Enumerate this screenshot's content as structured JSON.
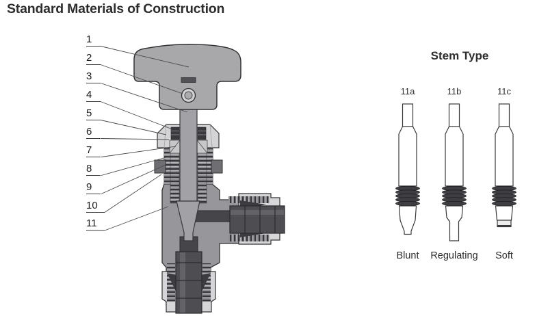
{
  "title": "Standard Materials of Construction",
  "callouts": {
    "items": [
      {
        "label": "1"
      },
      {
        "label": "2"
      },
      {
        "label": "3"
      },
      {
        "label": "4"
      },
      {
        "label": "5"
      },
      {
        "label": "6"
      },
      {
        "label": "7"
      },
      {
        "label": "8"
      },
      {
        "label": "9"
      },
      {
        "label": "10"
      },
      {
        "label": "11"
      }
    ]
  },
  "stem_type": {
    "heading": "Stem Type",
    "variants": [
      {
        "id": "11a",
        "name": "Blunt"
      },
      {
        "id": "11b",
        "name": "Regulating"
      },
      {
        "id": "11c",
        "name": "Soft"
      }
    ]
  },
  "colors": {
    "background": "#ffffff",
    "heading_text": "#2d2d2d",
    "callout_text": "#1c1c1c",
    "leader_line": "#4a4a4c",
    "diagram_outline": "#323234",
    "metal_light": "#d6d6d8",
    "metal_handle": "#a8a8ab",
    "metal_body": "#97979b",
    "metal_neck": "#b4b4b7",
    "panel_nut": "#6f6f73",
    "tube_dark": "#4e4e52",
    "packing_dark": "#3a3a3e"
  }
}
